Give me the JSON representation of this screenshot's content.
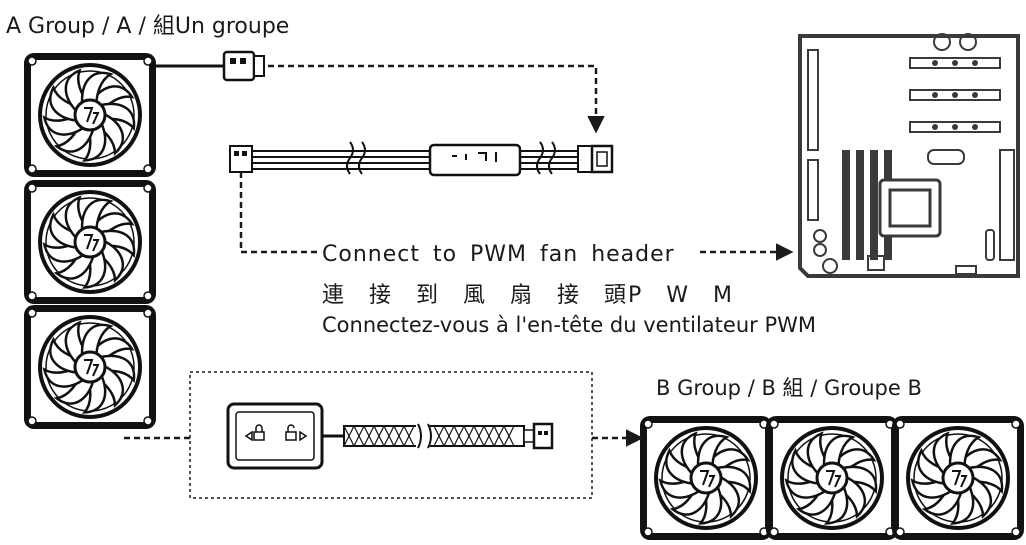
{
  "labels": {
    "group_a": "A Group / A / 組Un groupe",
    "group_b": "B Group / B 組 / Groupe B",
    "connect_en": "Connect to PWM fan header",
    "connect_zh": "連 接 到 風 扇 接 頭P W M",
    "connect_fr": "Connectez-vous à l'en-tête du ventilateur PWM"
  },
  "colors": {
    "ink": "#1a1a1a",
    "fan_frame": "#111111",
    "board": "#3a3a3a"
  },
  "group_a_fan_count": 3,
  "group_b_fan_count": 3
}
